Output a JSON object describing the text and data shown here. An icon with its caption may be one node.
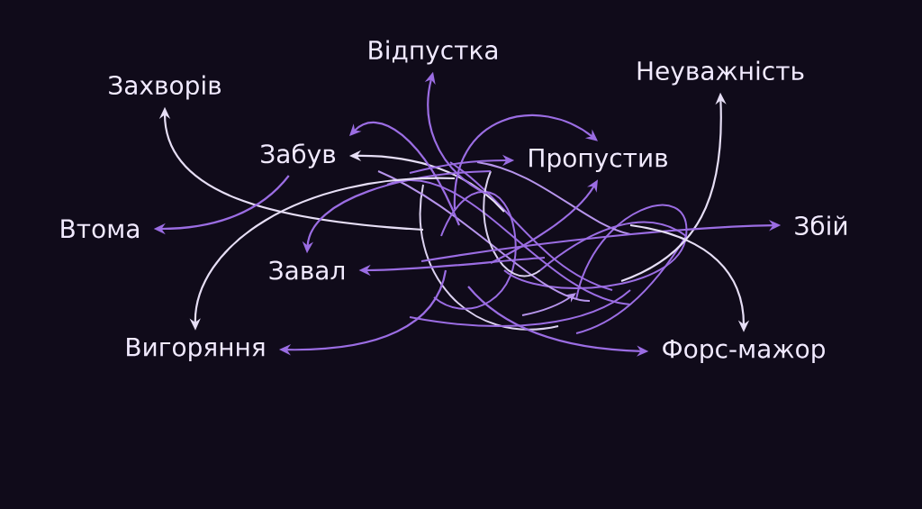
{
  "diagram": {
    "nodes": [
      {
        "text": [
          "Захворів"
        ]
      },
      {
        "text": [
          "Відпустка"
        ]
      },
      {
        "text": [
          "Неуважність"
        ]
      },
      {
        "text": [
          "Забув"
        ]
      },
      {
        "text": [
          "Пропустив"
        ]
      },
      {
        "text": [
          "Втома"
        ]
      },
      {
        "text": [
          "Збій"
        ]
      },
      {
        "text": [
          "Завал"
        ]
      },
      {
        "text": [
          "Вигоряння"
        ]
      },
      {
        "text": [
          "Форс-мажор"
        ]
      }
    ],
    "edges": [
      {
        "from": null,
        "to": 0,
        "arrow": "to",
        "color": "#e6def5"
      },
      {
        "from": null,
        "to": 3,
        "arrow": "to",
        "color": "#e6def5"
      },
      {
        "from": null,
        "to": 3,
        "arrow": "to"
      },
      {
        "from": 3,
        "to": 5,
        "arrow": "to"
      },
      {
        "from": null,
        "to": 1,
        "arrow": "to"
      },
      {
        "from": null,
        "to": 4,
        "arrow": "to"
      },
      {
        "from": null,
        "to": 4,
        "arrow": "to"
      },
      {
        "from": null,
        "to": 4,
        "arrow": "to"
      },
      {
        "from": null,
        "to": 2,
        "arrow": "to",
        "color": "#e6def5"
      },
      {
        "from": null,
        "to": 6,
        "arrow": "to"
      },
      {
        "from": null,
        "to": 9,
        "arrow": "to",
        "color": "#e6def5"
      },
      {
        "from": null,
        "to": 9,
        "arrow": "to"
      },
      {
        "from": null,
        "to": 7,
        "arrow": "to"
      },
      {
        "from": null,
        "to": 7,
        "arrow": "to"
      },
      {
        "from": null,
        "to": 8,
        "arrow": "to",
        "color": "#e6def5"
      },
      {
        "from": null,
        "to": 8,
        "arrow": "to"
      }
    ]
  }
}
